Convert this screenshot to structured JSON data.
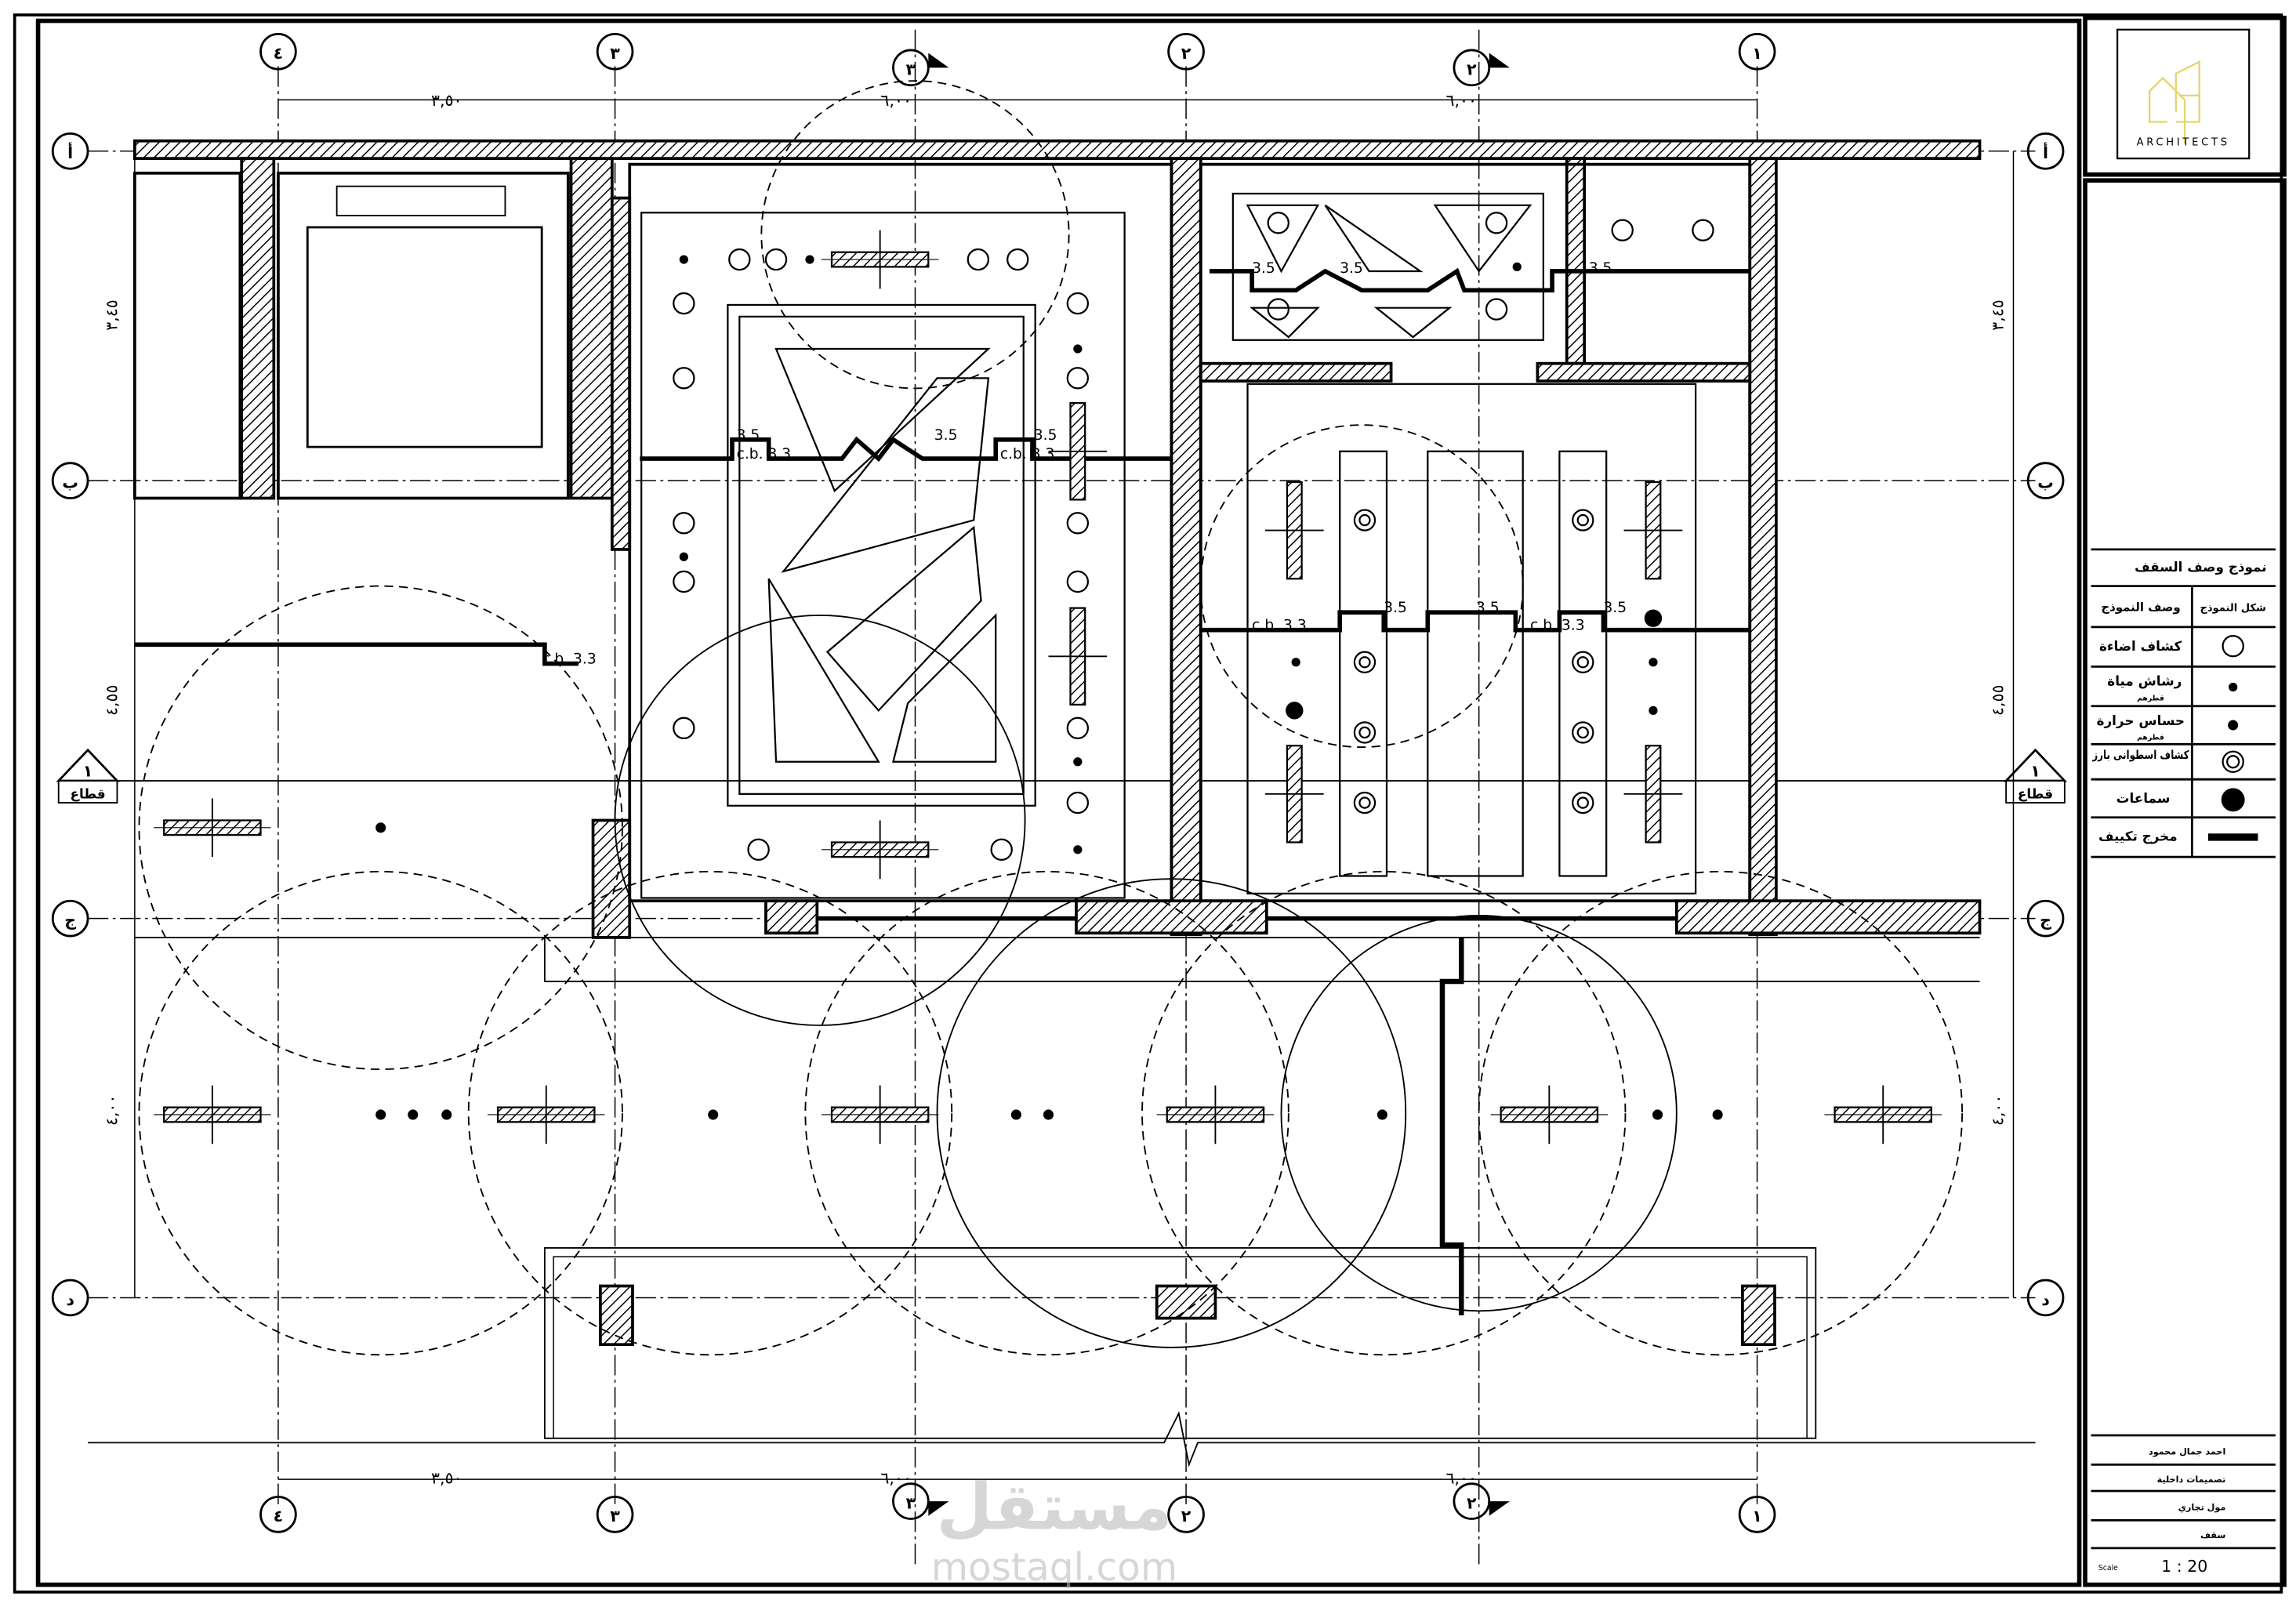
{
  "title_block": {
    "logo_text": "ARCHITECTS",
    "logo_color": "#e6d36a",
    "legend_title": "نموذج وصف السقف",
    "legend_headers": {
      "shape": "شكل النموذج",
      "description": "وصف النموذج"
    },
    "legend_items": [
      {
        "label": "كشاف اضاءة",
        "symbol": "open-circle"
      },
      {
        "label": "رشاش مياة",
        "sub": "قطرهم",
        "symbol": "small-dot"
      },
      {
        "label": "حساس حرارة",
        "sub": "قطرهم",
        "symbol": "dot"
      },
      {
        "label": "كشاف اسطوانى بارز",
        "symbol": "double-circle"
      },
      {
        "label": "سماعات",
        "symbol": "large-dot"
      },
      {
        "label": "مخرج تكييف",
        "symbol": "bar"
      }
    ],
    "designer": "احمد جمال محمود",
    "discipline": "تصميمات داخلية",
    "project": "مول تجاري",
    "sheet": "سقف",
    "scale_label": "Scale",
    "scale_value": "1 : 20"
  },
  "grid": {
    "columns": [
      "٤",
      "٣",
      "٢",
      "١"
    ],
    "rows": [
      "أ",
      "ب",
      "ج",
      "د"
    ],
    "section_label": "قطاع",
    "section_number": "١",
    "section_top_a": "٣",
    "section_top_b": "٢"
  },
  "dimensions": {
    "top_left": "٣,٥٠",
    "top_center": "٦,٠٠",
    "top_right": "٦,٠٠",
    "left_1": "٣,٤٥",
    "left_2": "٤,٥٥",
    "left_3": "٤,٠٠"
  },
  "ceiling_heights": {
    "low": "c.b. 3.3",
    "high": "3.5"
  },
  "watermark": {
    "arabic": "مستقل",
    "latin": "mostaql.com"
  }
}
